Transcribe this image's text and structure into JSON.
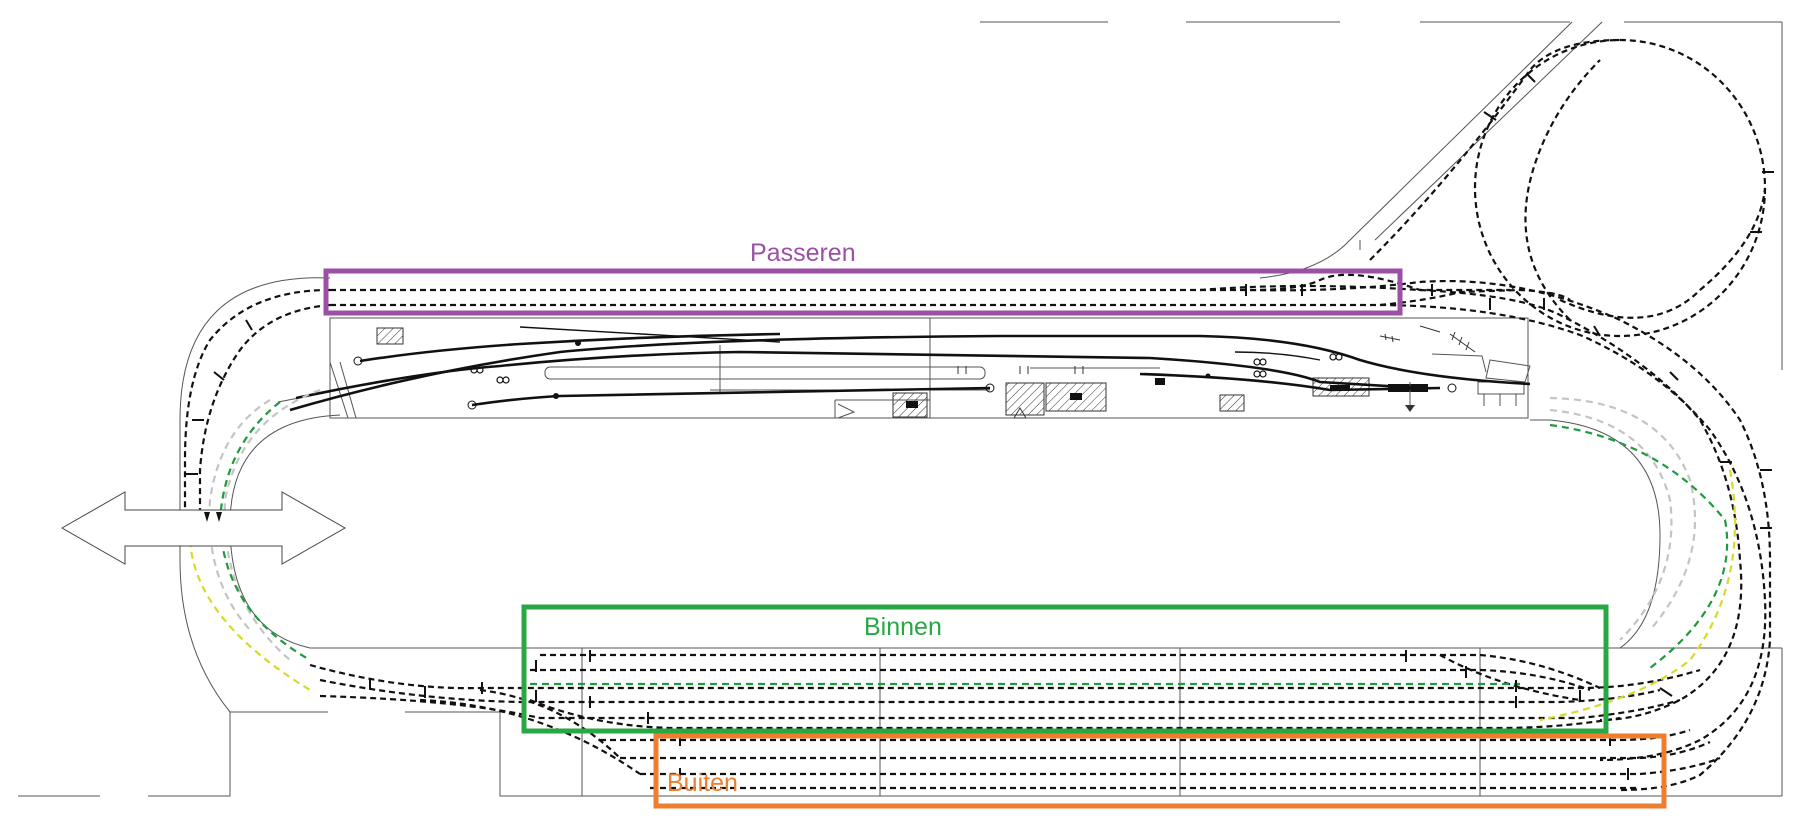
{
  "zones": {
    "passeren": {
      "label": "Passeren",
      "color": "#9b4fa5"
    },
    "binnen": {
      "label": "Binnen",
      "color": "#2aa745"
    },
    "buiten": {
      "label": "Buiten",
      "color": "#ee7d2e"
    }
  },
  "track_colors": {
    "main": "#111111",
    "light_grey": "#c4c4c4",
    "green": "#1f9a3c",
    "yellow": "#d7d92b"
  },
  "icons": [
    "double-arrow-icon",
    "hatched-building-icon",
    "signal-icon"
  ]
}
